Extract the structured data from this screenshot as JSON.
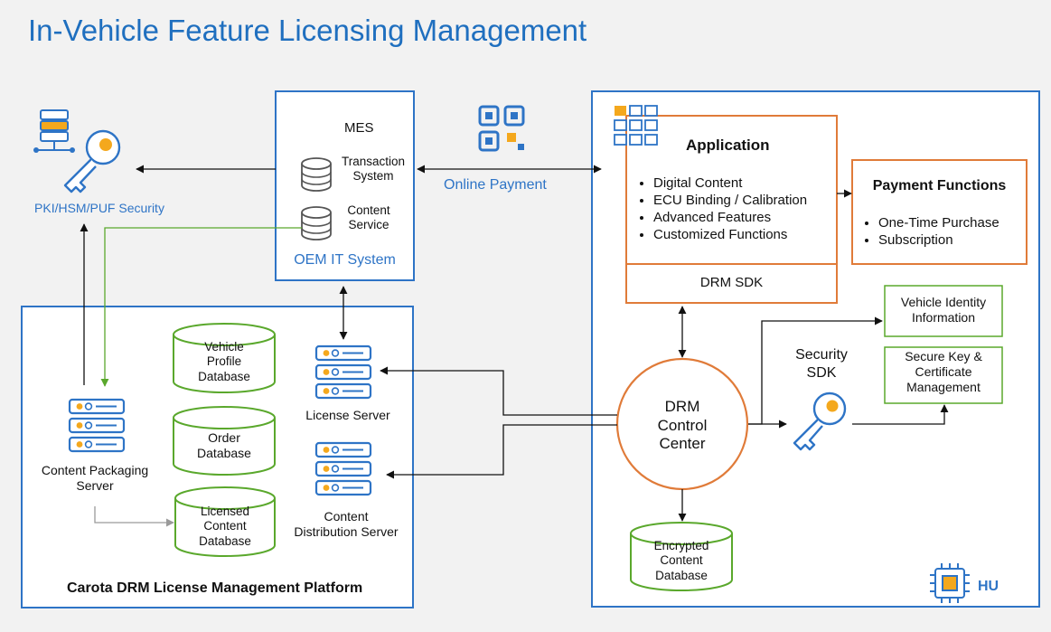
{
  "title": "In-Vehicle Feature Licensing Management",
  "pki": {
    "label": "PKI/HSM/PUF Security"
  },
  "oem": {
    "mes": "MES",
    "transaction_system": [
      "Transaction",
      "System"
    ],
    "content_service": [
      "Content",
      "Service"
    ],
    "label": "OEM IT System"
  },
  "online_payment": "Online Payment",
  "application": {
    "title": "Application",
    "items": [
      "Digital Content",
      "ECU Binding / Calibration",
      "Advanced Features",
      "Customized Functions"
    ],
    "sdk": "DRM SDK"
  },
  "payment_functions": {
    "title": "Payment Functions",
    "items": [
      "One-Time Purchase",
      "Subscription"
    ]
  },
  "vehicle_identity": [
    "Vehicle Identity",
    "Information"
  ],
  "secure_key": [
    "Secure Key &",
    "Certificate",
    "Management"
  ],
  "security_sdk": [
    "Security",
    "SDK"
  ],
  "drm_control_center": [
    "DRM",
    "Control",
    "Center"
  ],
  "encrypted_db": [
    "Encrypted",
    "Content",
    "Database"
  ],
  "hu_label": "HU",
  "platform": {
    "label": "Carota DRM License Management Platform",
    "vehicle_profile_db": [
      "Vehicle",
      "Profile",
      "Database"
    ],
    "order_db": [
      "Order",
      "Database"
    ],
    "licensed_content_db": [
      "Licensed",
      "Content",
      "Database"
    ],
    "license_server": "License Server",
    "content_distribution_server": [
      "Content",
      "Distribution Server"
    ],
    "content_packaging_server": [
      "Content Packaging",
      "Server"
    ]
  },
  "colors": {
    "title_blue": "#1f6fbf",
    "frame_blue": "#2e74c6",
    "orange": "#e07b39",
    "green": "#5aa82c",
    "gray": "#8c8c8c"
  },
  "icons": [
    "database-key-icon",
    "qr-code-icon",
    "app-grid-icon",
    "server-icon",
    "key-icon",
    "chip-icon"
  ]
}
